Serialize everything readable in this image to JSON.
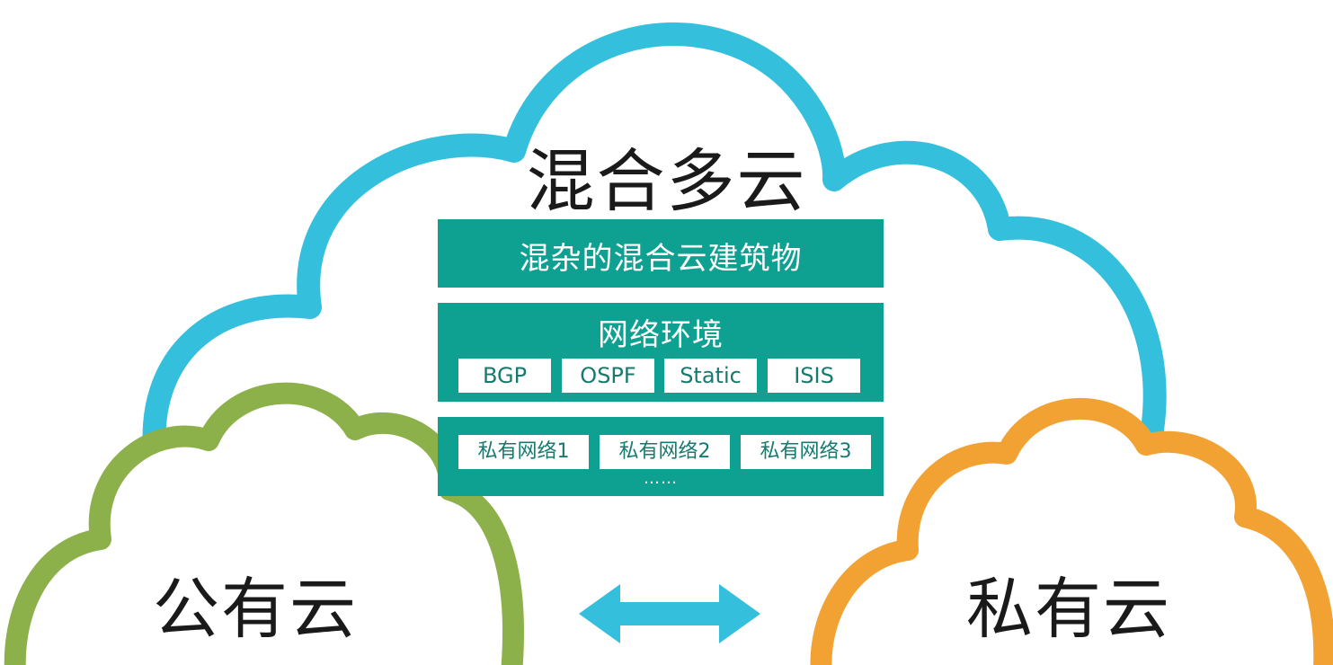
{
  "hybrid_cloud": {
    "title": "混合多云",
    "color": "#34bfdc"
  },
  "architecture_panel": {
    "label": "混杂的混合云建筑物"
  },
  "network_panel": {
    "label": "网络环境",
    "protocols": [
      "BGP",
      "OSPF",
      "Static",
      "ISIS"
    ]
  },
  "private_networks_panel": {
    "networks": [
      "私有网络1",
      "私有网络2",
      "私有网络3"
    ],
    "more": "……"
  },
  "public_cloud": {
    "title": "公有云",
    "color": "#8cb04a"
  },
  "private_cloud": {
    "title": "私有云",
    "color": "#f2a233"
  },
  "connector": {
    "icon": "double-arrow-icon",
    "color": "#34bfdc"
  },
  "panel_color": "#0ea091"
}
